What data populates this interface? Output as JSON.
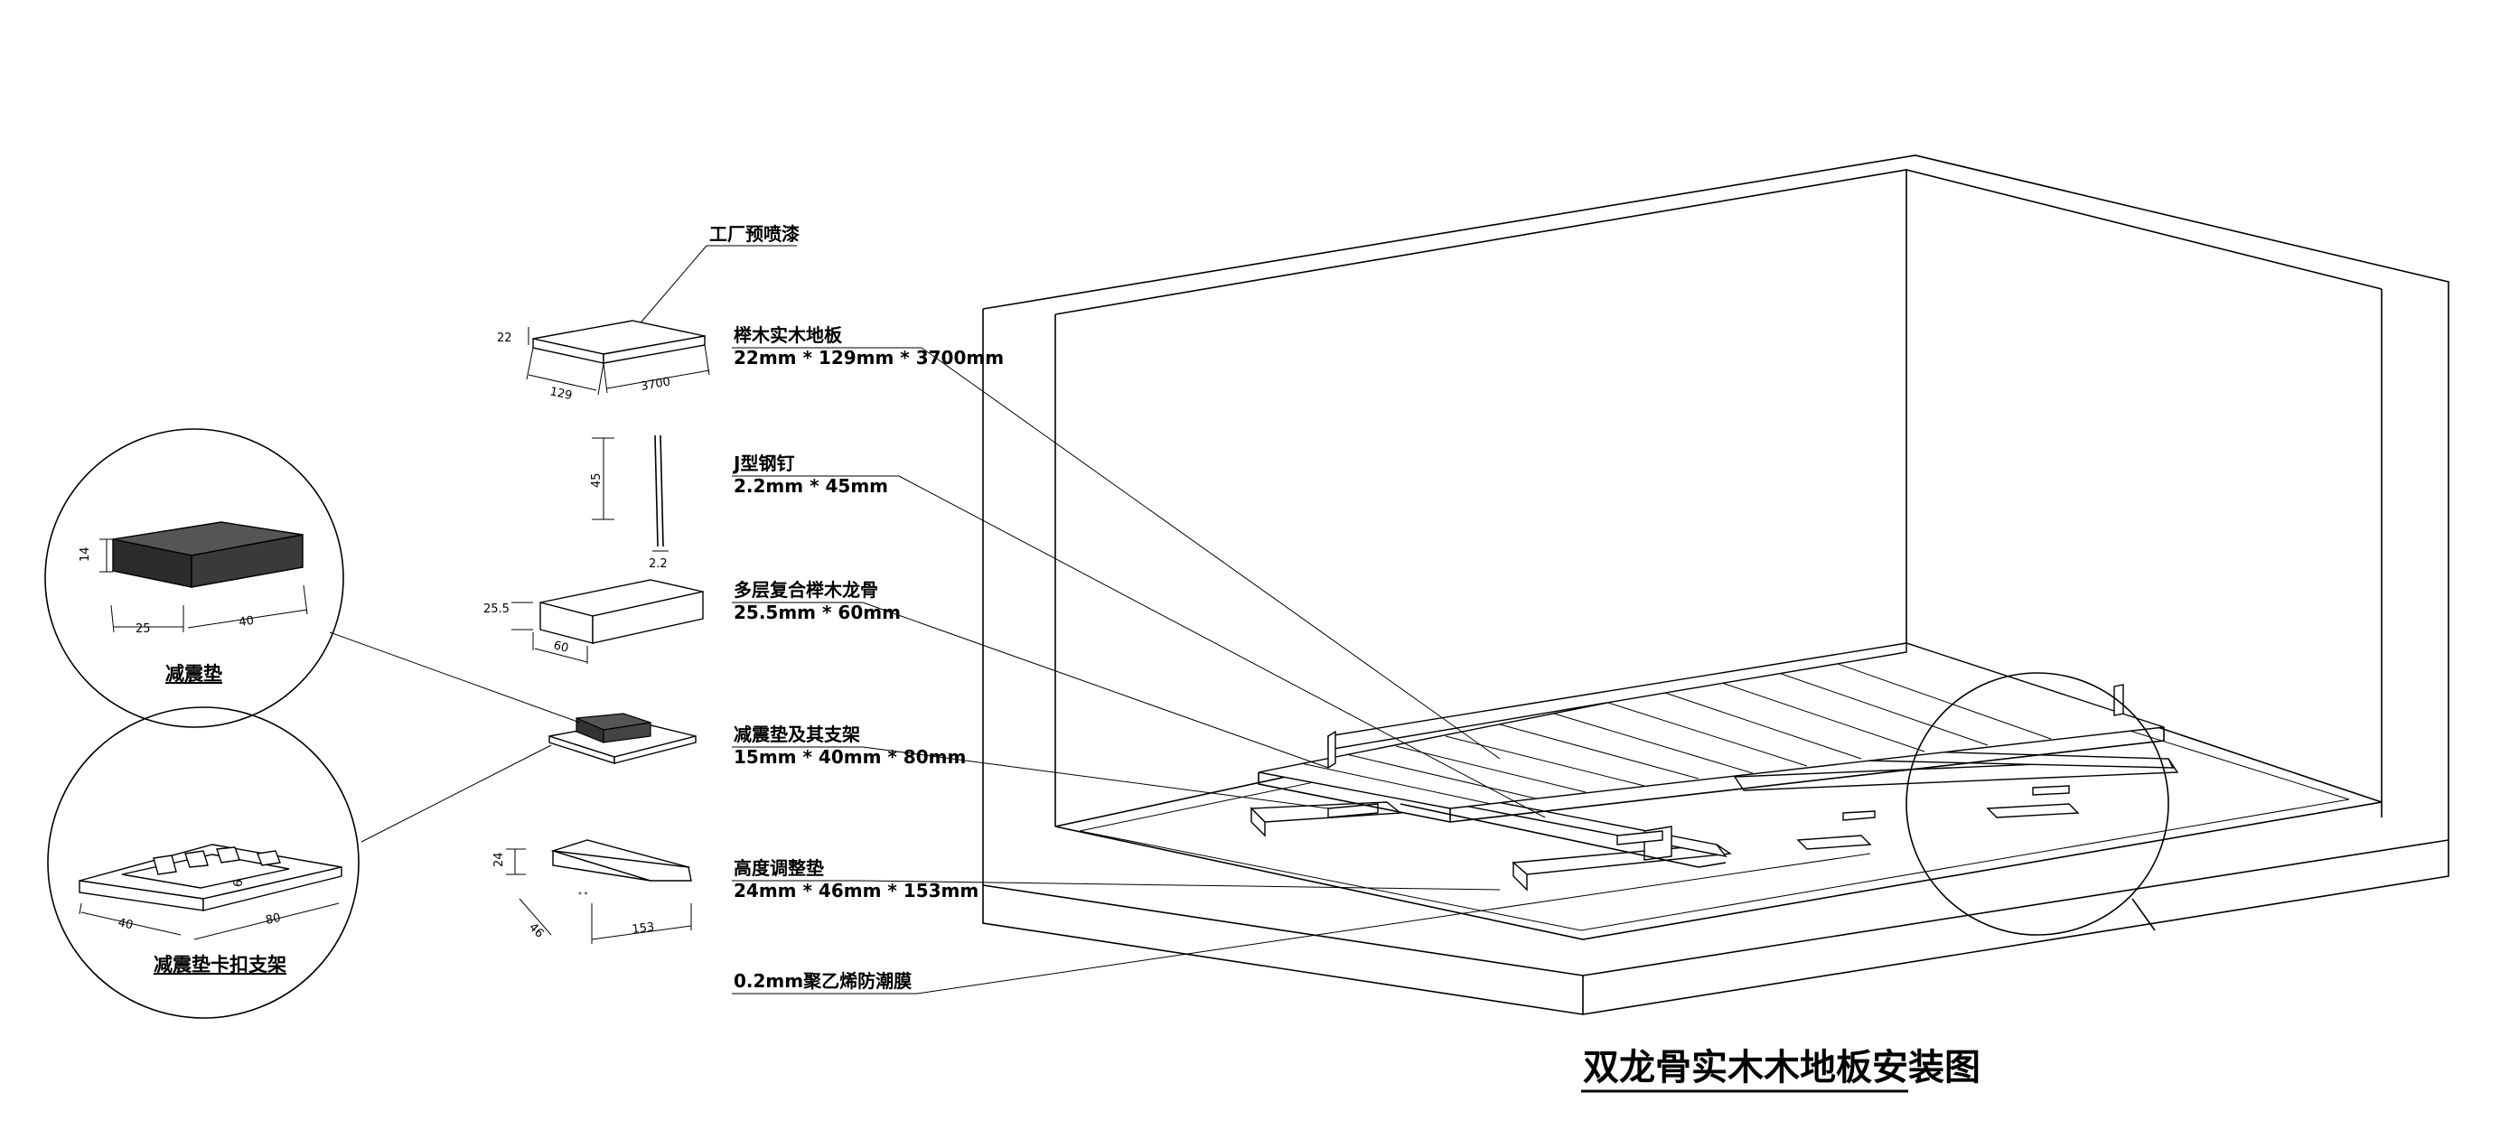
{
  "title": "双龙骨实木木地板安装图",
  "callouts": {
    "factory_paint": "工厂预喷漆",
    "floorboard": {
      "name": "榉木实木地板",
      "size": "22mm * 129mm * 3700mm"
    },
    "nail": {
      "name": "J型钢钉",
      "size": "2.2mm * 45mm"
    },
    "joist": {
      "name": "多层复合榉木龙骨",
      "size": "25.5mm * 60mm"
    },
    "damper_bracket": {
      "name": "减震垫及其支架",
      "size": "15mm * 40mm * 80mm"
    },
    "height_pad": {
      "name": "高度调整垫",
      "size": "24mm * 46mm * 153mm"
    },
    "membrane": {
      "name": "0.2mm聚乙烯防潮膜"
    }
  },
  "details": {
    "damper": {
      "caption": "减震垫",
      "dims": [
        "14",
        "25",
        "40"
      ]
    },
    "bracket": {
      "caption": "减震垫卡扣支架",
      "dims": [
        "40",
        "80",
        "6"
      ]
    }
  },
  "part_dims": {
    "floorboard": [
      "22",
      "129",
      "3700"
    ],
    "nail": [
      "45",
      "2.2"
    ],
    "joist": [
      "25.5",
      "60"
    ],
    "height_pad": [
      "24",
      "46",
      "153"
    ]
  }
}
